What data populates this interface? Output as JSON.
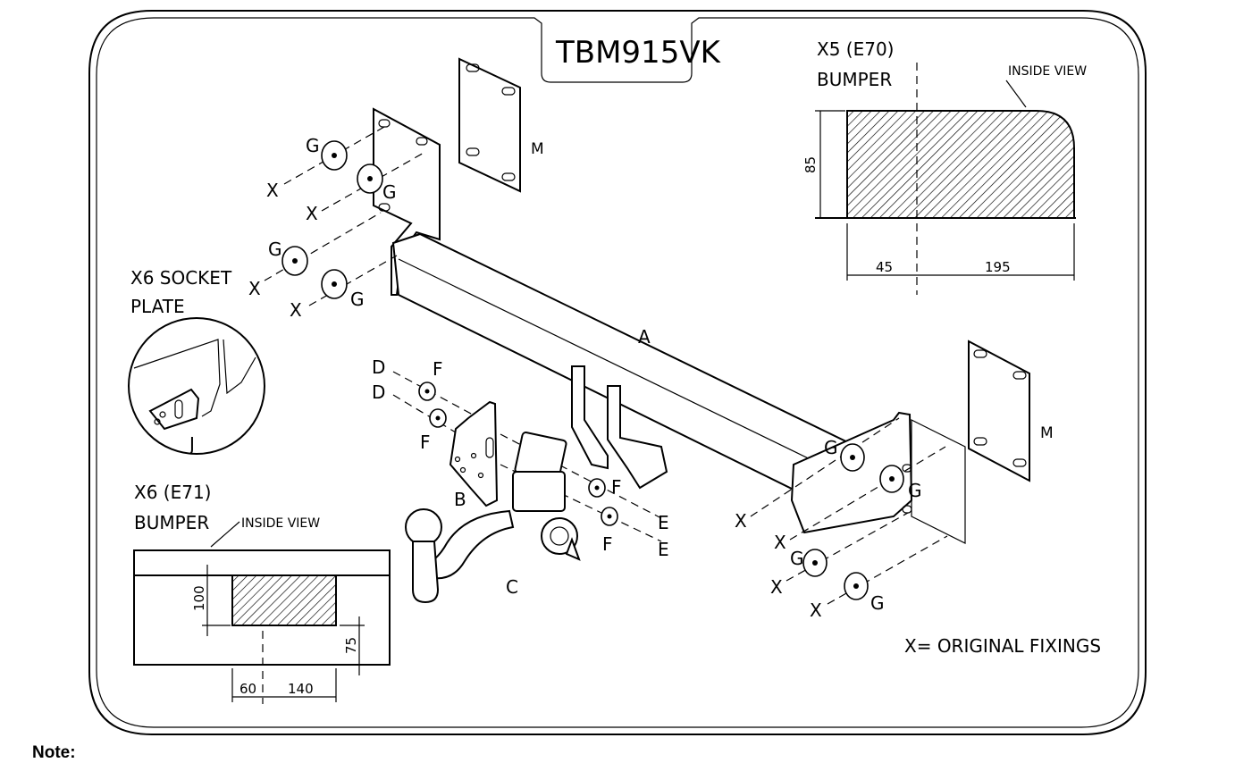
{
  "title": "TBM915VK",
  "x5": {
    "line1": "X5 (E70)",
    "line2": "BUMPER",
    "inside_view": "INSIDE VIEW",
    "dim_height": "85",
    "dim_left": "45",
    "dim_right": "195"
  },
  "x6_socket": {
    "line1": "X6 SOCKET",
    "line2": "PLATE",
    "part": "J"
  },
  "x6": {
    "line1": "X6 (E71)",
    "line2": "BUMPER",
    "inside_view": "INSIDE VIEW",
    "dim_height": "100",
    "dim_small": "75",
    "dim_left": "60",
    "dim_right": "140"
  },
  "parts": {
    "a": "A",
    "b": "B",
    "c": "C",
    "d": "D",
    "e": "E",
    "f": "F",
    "g": "G",
    "m": "M",
    "x": "X"
  },
  "legend": "X= ORIGINAL FIXINGS",
  "note": "Note:"
}
